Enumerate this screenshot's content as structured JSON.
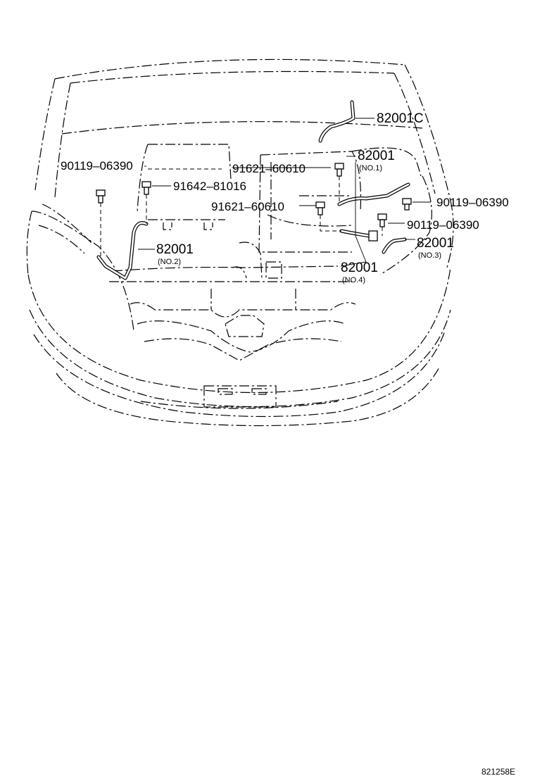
{
  "diagram": {
    "labels": {
      "p82001c": "82001C",
      "p82001_no1": "82001",
      "no1": "(NO.1)",
      "p90119_left": "90119–06390",
      "p91621_upper": "91621–60610",
      "p91642": "91642–81016",
      "p91621_lower": "91621–60610",
      "p90119_right": "90119–06390",
      "p90119_mid": "90119–06390",
      "p82001_no3": "82001",
      "no3": "(NO.3)",
      "p82001_no2": "82001",
      "no2": "(NO.2)",
      "p82001_no4": "82001",
      "no4": "(NO.4)"
    },
    "illustration_number": "821258E"
  }
}
